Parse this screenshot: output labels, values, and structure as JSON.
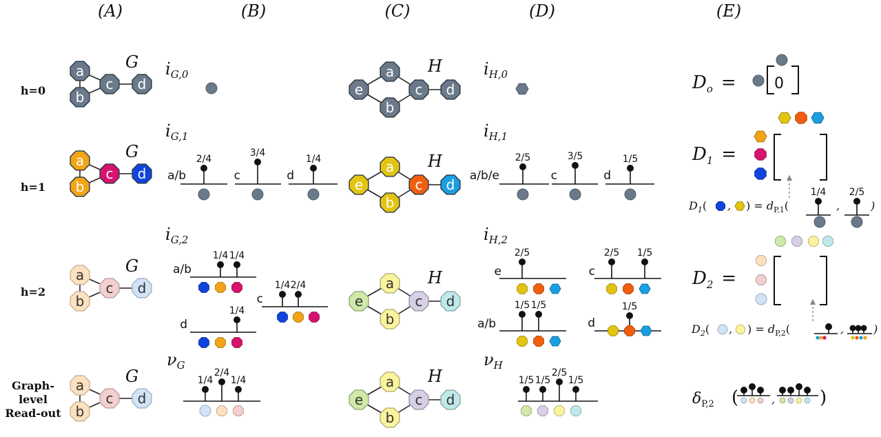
{
  "colors": {
    "slate": "#6b7a8a",
    "slate_edge": "#3c4754",
    "orange": "#f2a516",
    "magenta": "#d6136e",
    "blue": "#1144dd",
    "yellow": "#e3c411",
    "orange_red": "#f05f0f",
    "cyan": "#1a9fe0",
    "p_peach": "#fde1bf",
    "p_pink": "#f4cfcf",
    "p_blue": "#d3e3f7",
    "p_green": "#cfe9a8",
    "p_yellow": "#fbf49e",
    "p_lav": "#d6cfe6",
    "p_cyan": "#bfe8ea"
  },
  "column_headers": [
    "(A)",
    "(B)",
    "(C)",
    "(D)",
    "(E)"
  ],
  "row_labels": [
    [
      "h=0"
    ],
    [
      "h=1"
    ],
    [
      "h=2"
    ],
    [
      "Graph-",
      "level",
      "Read-out"
    ]
  ],
  "graph_names": {
    "G": "G",
    "H": "H"
  },
  "node_letters": {
    "a": "a",
    "b": "b",
    "c": "c",
    "d": "d",
    "e": "e"
  },
  "iota": {
    "g0": {
      "main": "i",
      "sub": "G,0"
    },
    "g1": {
      "main": "i",
      "sub": "G,1"
    },
    "g2": {
      "main": "i",
      "sub": "G,2"
    },
    "h0": {
      "main": "i",
      "sub": "H,0"
    },
    "h1": {
      "main": "i",
      "sub": "H,1"
    },
    "h2": {
      "main": "i",
      "sub": "H,2"
    }
  },
  "nu": {
    "g": {
      "main": "ν",
      "sub": "G"
    },
    "h": {
      "main": "ν",
      "sub": "H"
    }
  },
  "b_row1": [
    {
      "label": "a/b",
      "weight": "2/4"
    },
    {
      "label": "c",
      "weight": "3/4"
    },
    {
      "label": "d",
      "weight": "1/4"
    }
  ],
  "d_row1": [
    {
      "label": "a/b/e",
      "weight": "2/5"
    },
    {
      "label": "c",
      "weight": "3/5"
    },
    {
      "label": "d",
      "weight": "1/5"
    }
  ],
  "b_row2": [
    {
      "label": "a/b",
      "weights": [
        "1/4",
        "1/4"
      ]
    },
    {
      "label": "c",
      "weights": [
        "1/4",
        "2/4"
      ]
    },
    {
      "label": "d",
      "weights": [
        "1/4"
      ]
    }
  ],
  "d_row2": [
    {
      "label": "e",
      "weights": [
        "2/5"
      ]
    },
    {
      "label": "c",
      "weights": [
        "2/5",
        "1/5"
      ]
    },
    {
      "label": "a/b",
      "weights": [
        "1/5",
        "1/5"
      ]
    },
    {
      "label": "d",
      "weights": [
        "1/5"
      ]
    }
  ],
  "b_readout": [
    "1/4",
    "2/4",
    "1/4"
  ],
  "d_readout": [
    "1/5",
    "1/5",
    "2/5",
    "1/5"
  ],
  "E": {
    "d0": {
      "main": "D",
      "sub": "o",
      "eq": "="
    },
    "d0_entry": "0",
    "d1": {
      "main": "D",
      "sub": "1",
      "eq": "="
    },
    "d2": {
      "main": "D",
      "sub": "2",
      "eq": "="
    },
    "f1": {
      "lhs": "D",
      "lhs_sub": "1",
      "paren_open": "(",
      "comma": ",",
      "close_eq": ") =",
      "rhs": "d",
      "rhs_sub": "P,1",
      "w1": "1/4",
      "w2": "2/5",
      "end": ")"
    },
    "f2": {
      "lhs": "D",
      "lhs_sub": "2",
      "paren_open": "(",
      "comma": ",",
      "close_eq": ") =",
      "rhs": "d",
      "rhs_sub": "P,2",
      "end": ")"
    },
    "delta": {
      "main": "δ",
      "sub": "P,2",
      "open": "(",
      "comma": ",",
      "close": ")"
    }
  }
}
